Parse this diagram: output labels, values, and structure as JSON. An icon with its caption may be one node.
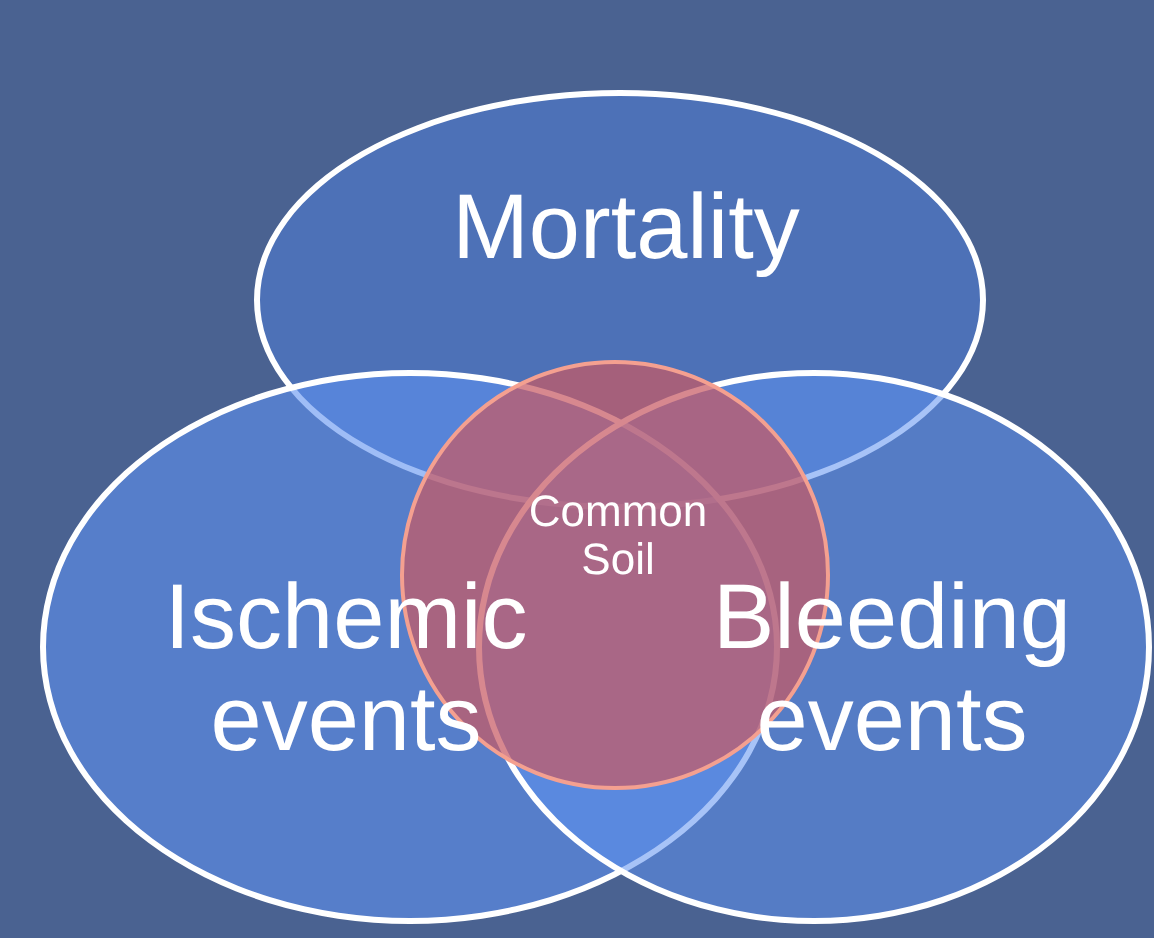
{
  "diagram": {
    "nodes": [
      {
        "text": [
          "Mortality"
        ]
      },
      {
        "text": [
          "Ischemic events"
        ]
      },
      {
        "text": [
          "Bleeding events"
        ]
      },
      {
        "text": [
          "Common Soil"
        ]
      }
    ]
  }
}
